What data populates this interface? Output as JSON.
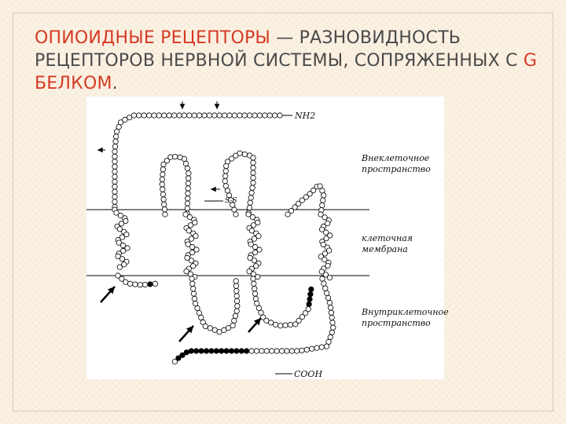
{
  "title": {
    "part1": "Опиоидные рецепторы",
    "dash": " — ",
    "part2": "разновидность рецепторов нервной системы, сопряженных с ",
    "part3": "G белком",
    "part4": "."
  },
  "diagram": {
    "nh2": "NH2",
    "ss": "S-S",
    "cooh": "COOH",
    "extracellular_line1": "Внеклеточное",
    "extracellular_line2": "пространство",
    "membrane_line1": "клеточная",
    "membrane_line2": "мембрана",
    "intracellular_line1": "Внутриклеточное",
    "intracellular_line2": "пространство"
  },
  "colors": {
    "title_gray": "#4a4a4a",
    "title_red": "#d63a24",
    "residue_fill": "#ffffff",
    "residue_marked": "#000000"
  }
}
